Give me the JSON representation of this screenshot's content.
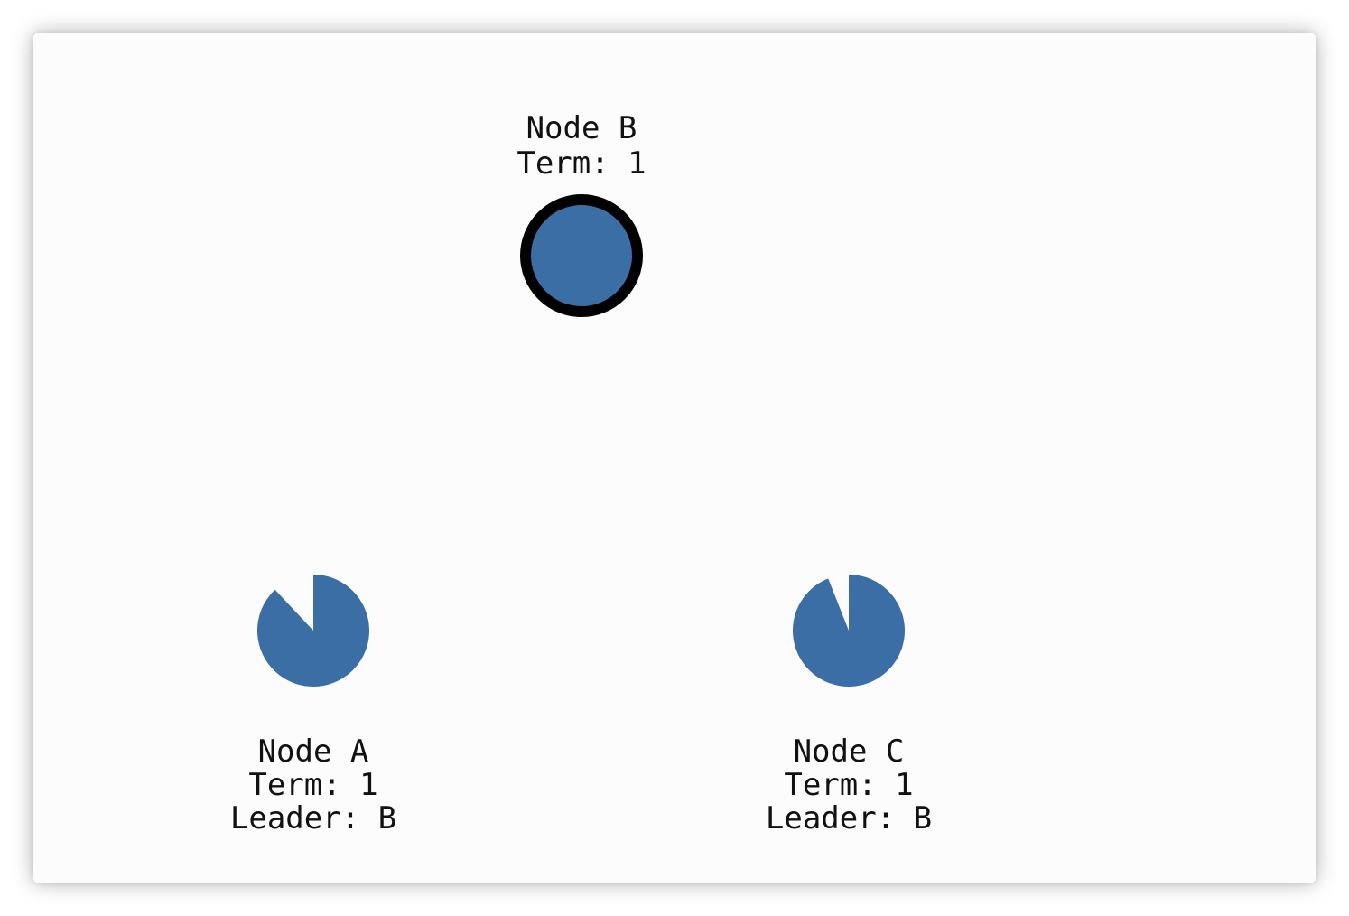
{
  "colors": {
    "node_fill": "#3a6ea5",
    "leader_ring": "#000000",
    "card_background": "#fcfcfc"
  },
  "nodes": [
    {
      "id": "B",
      "role": "leader",
      "lines": [
        "Node B",
        "Term: 1"
      ]
    },
    {
      "id": "A",
      "role": "follower",
      "heartbeat_progress": 0.88,
      "lines": [
        "Node A",
        "Term: 1",
        "Leader: B"
      ]
    },
    {
      "id": "C",
      "role": "follower",
      "heartbeat_progress": 0.94,
      "lines": [
        "Node C",
        "Term: 1",
        "Leader: B"
      ]
    }
  ]
}
